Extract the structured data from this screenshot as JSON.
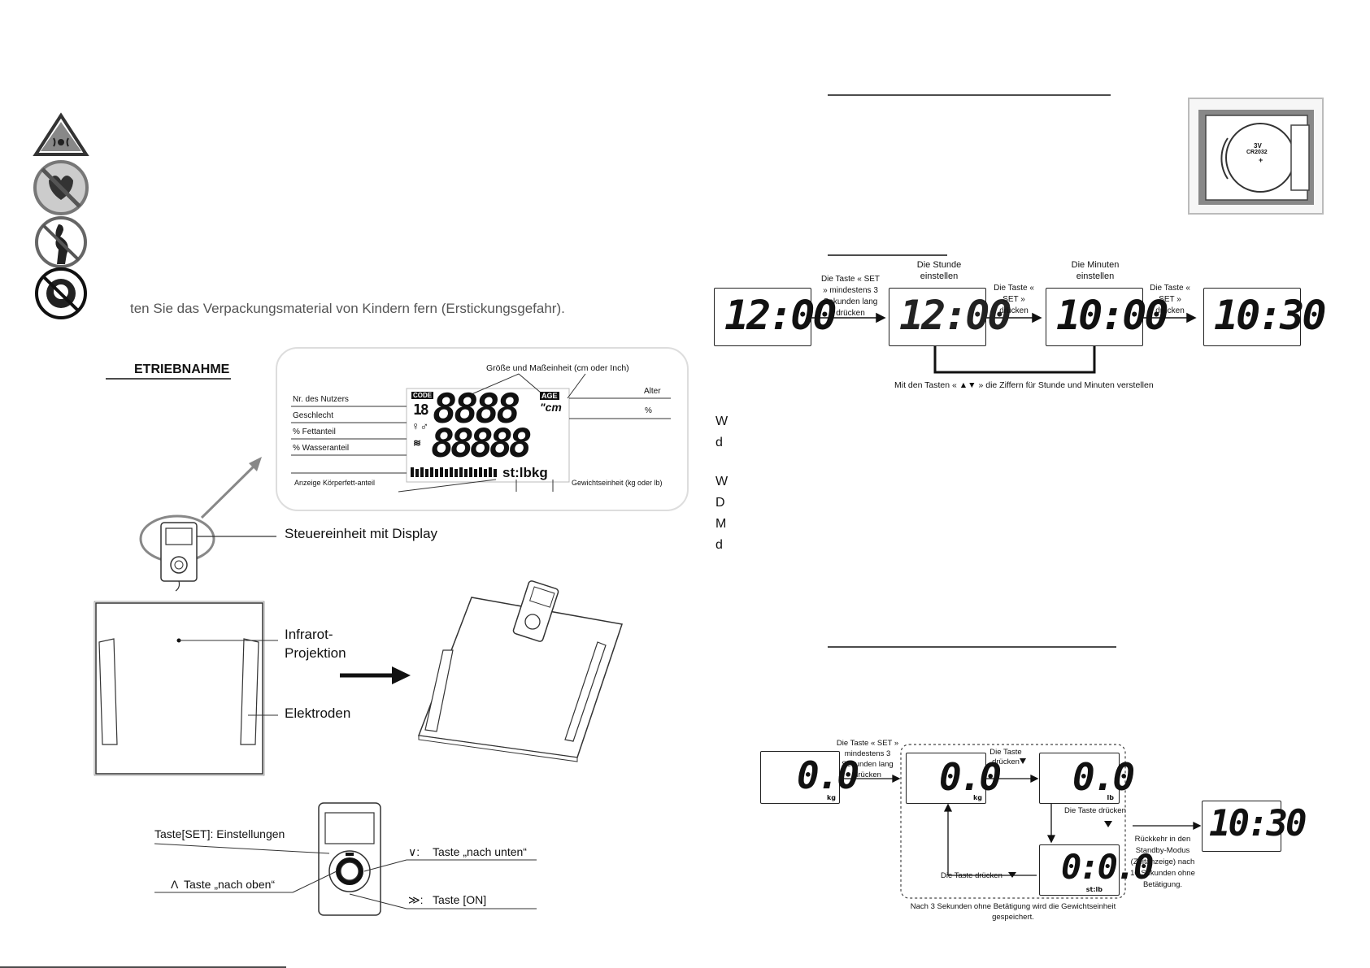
{
  "left": {
    "cut_text_line": "ten Sie das Verpackungsmaterial von Kindern fern (Erstickungsgefahr).",
    "section_heading": "ETRIEBNAHME",
    "display_callout": {
      "title": "Größe und Maßeinheit (cm oder Inch)",
      "user_no": "Nr. des Nutzers",
      "gender": "Geschlecht",
      "fat": "% Fettanteil",
      "water": "% Wasseranteil",
      "fat_bar": "Anzeige Körperfett-anteil",
      "age": "Alter",
      "percent": "%",
      "weight_unit": "Gewichtseinheit (kg oder lb)",
      "lcd_code": "CODE",
      "lcd_age": "AGE",
      "lcd_cm": "\"cm",
      "lcd_user": "18",
      "lcd_main": "8888",
      "lcd_sub": "88888",
      "lcd_units": "st:lbkg"
    },
    "scale_labels": {
      "control_unit": "Steuereinheit mit Display",
      "infrared": "Infrarot-",
      "projection": "Projektion",
      "electrodes": "Elektroden"
    },
    "button_labels": {
      "set": "Taste[SET]: Einstellungen",
      "down": "Taste „nach unten“",
      "up": "Taste „nach oben“",
      "on": "Taste [ON]"
    }
  },
  "right": {
    "battery": {
      "voltage": "3V",
      "type": "CR2032",
      "polarity": "+"
    },
    "time_flow": {
      "display_1": "12:00",
      "step_1": "Die Taste « SET » mindestens 3 Sekunden lang drücken",
      "hour_title": "Die Stunde einstellen",
      "display_2": "12:00",
      "step_2": "Die Taste « SET » drücken",
      "minute_title": "Die Minuten einstellen",
      "display_3": "10:00",
      "step_3": "Die Taste « SET » drücken",
      "display_4": "10:30",
      "footer": "Mit den Tasten « ▲▼ » die Ziffern für Stunde und Minuten verstellen"
    },
    "cut_letters": [
      "W",
      "d",
      "W",
      "D",
      "M",
      "d"
    ],
    "unit_flow": {
      "display_kg_a": "0.0",
      "unit_kg": "kg",
      "step_1": "Die Taste « SET » mindestens 3 Sekunden lang drücken",
      "display_kg_b": "0.0",
      "step_2": "Die Taste drücken",
      "display_lb": "0.0",
      "unit_lb": "lb",
      "step_3": "Die Taste drücken",
      "display_stlb": "0:0.0",
      "unit_stlb": "st:lb",
      "step_4": "Die Taste drücken",
      "footer": "Nach 3 Sekunden ohne Betätigung wird die Gewichtseinheit gespeichert.",
      "return_text": "Rückkehr in den Standby-Modus (Zeitanzeige) nach 10 Sekunden ohne Betätigung.",
      "display_time": "10:30"
    }
  }
}
